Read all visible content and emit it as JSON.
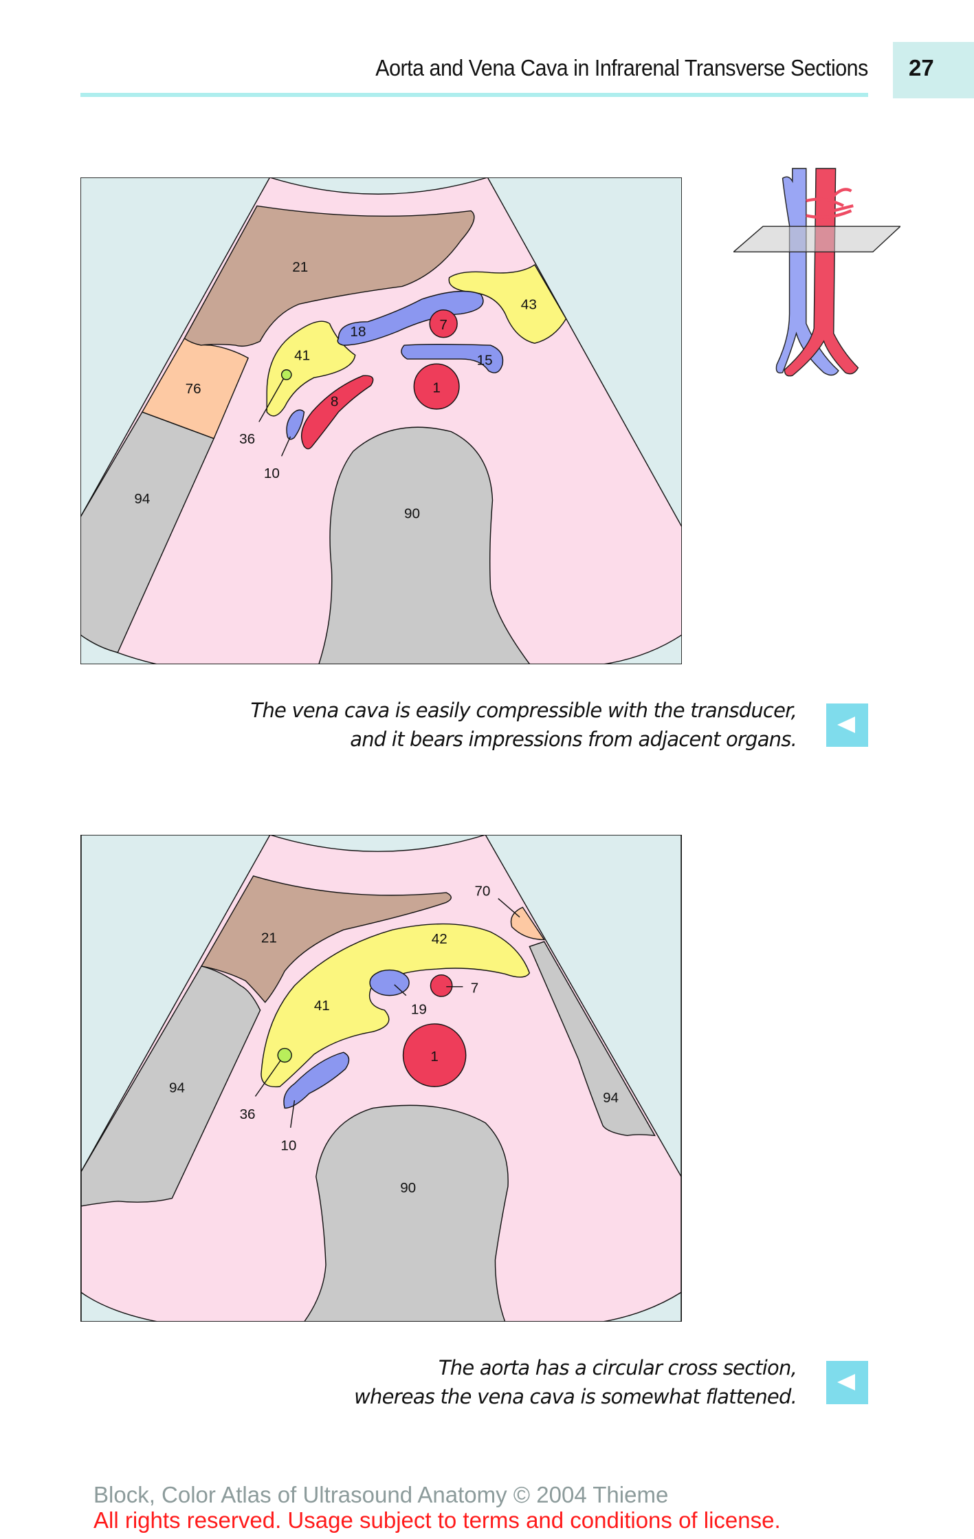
{
  "header": {
    "title": "Aorta and Vena Cava in Infrarenal Transverse Sections",
    "page_number": "27"
  },
  "figure1": {
    "labels": {
      "l21": "21",
      "l76": "76",
      "l94": "94",
      "l90": "90",
      "l43": "43",
      "l41": "41",
      "l18": "18",
      "l7": "7",
      "l15": "15",
      "l1": "1",
      "l8": "8",
      "l36": "36",
      "l10": "10"
    },
    "caption_line1": "The vena cava is easily compressible with the transducer,",
    "caption_line2": "and it bears impressions from adjacent organs."
  },
  "figure2": {
    "labels": {
      "l21": "21",
      "l70": "70",
      "l42": "42",
      "l41": "41",
      "l19": "19",
      "l7": "7",
      "l1": "1",
      "l94a": "94",
      "l94b": "94",
      "l36": "36",
      "l10": "10",
      "l90": "90"
    },
    "caption_line1": "The aorta has a circular cross section,",
    "caption_line2": "whereas the vena cava is somewhat flattened."
  },
  "nav": {
    "back_icon": "left-triangle-arrow"
  },
  "footer": {
    "copyright": "Block, Color Atlas of Ultrasound Anatomy © 2004 Thieme",
    "license": "All rights reserved. Usage subject to terms and conditions of license."
  },
  "colors": {
    "accent": "#7fdcec",
    "header_line": "#aeeeee",
    "pink": "#fcdcea",
    "outer": "#dcedee",
    "gray": "#c9c9c9",
    "brown": "#c8a695",
    "yellow": "#fbf67e",
    "vein": "#8b97f0",
    "artery": "#ee3d5a",
    "node": "#b8ee5b",
    "peach": "#fdc9a3"
  }
}
